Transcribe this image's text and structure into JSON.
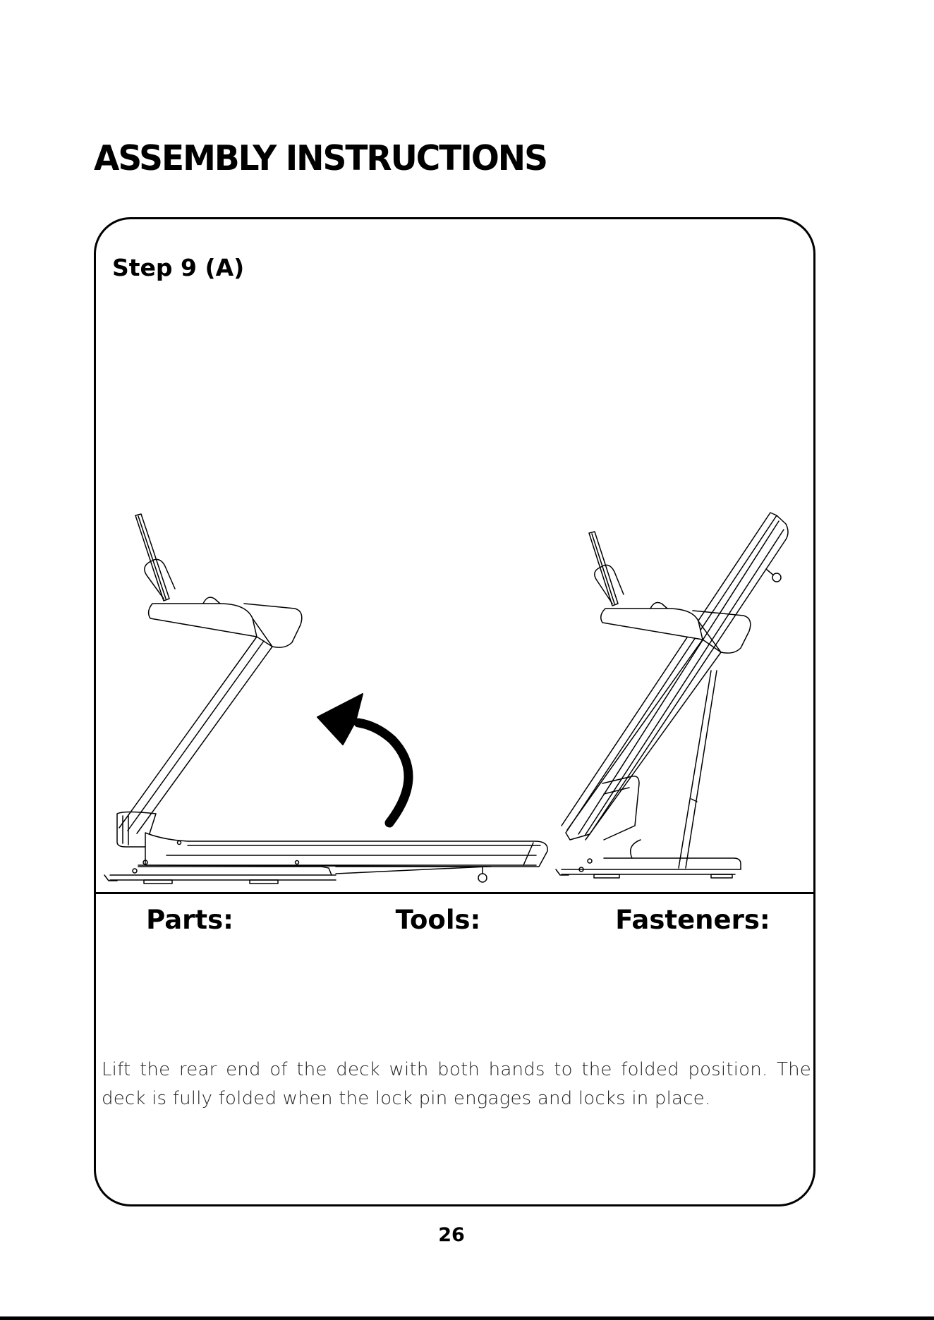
{
  "header": {
    "title": "ASSEMBLY INSTRUCTIONS"
  },
  "step": {
    "label": "Step 9 (A)",
    "parts_label": "Parts:",
    "tools_label": "Tools:",
    "fasteners_label": "Fasteners:",
    "instructions": "Lift the rear end of the deck with both hands to the folded position. The deck is fully folded when the lock pin engages and locks in place."
  },
  "footer": {
    "page_number": "26"
  },
  "icons": {
    "fold_arrow": "curved-arrow-up-left-icon"
  },
  "colors": {
    "ink": "#000000",
    "background": "#ffffff"
  }
}
